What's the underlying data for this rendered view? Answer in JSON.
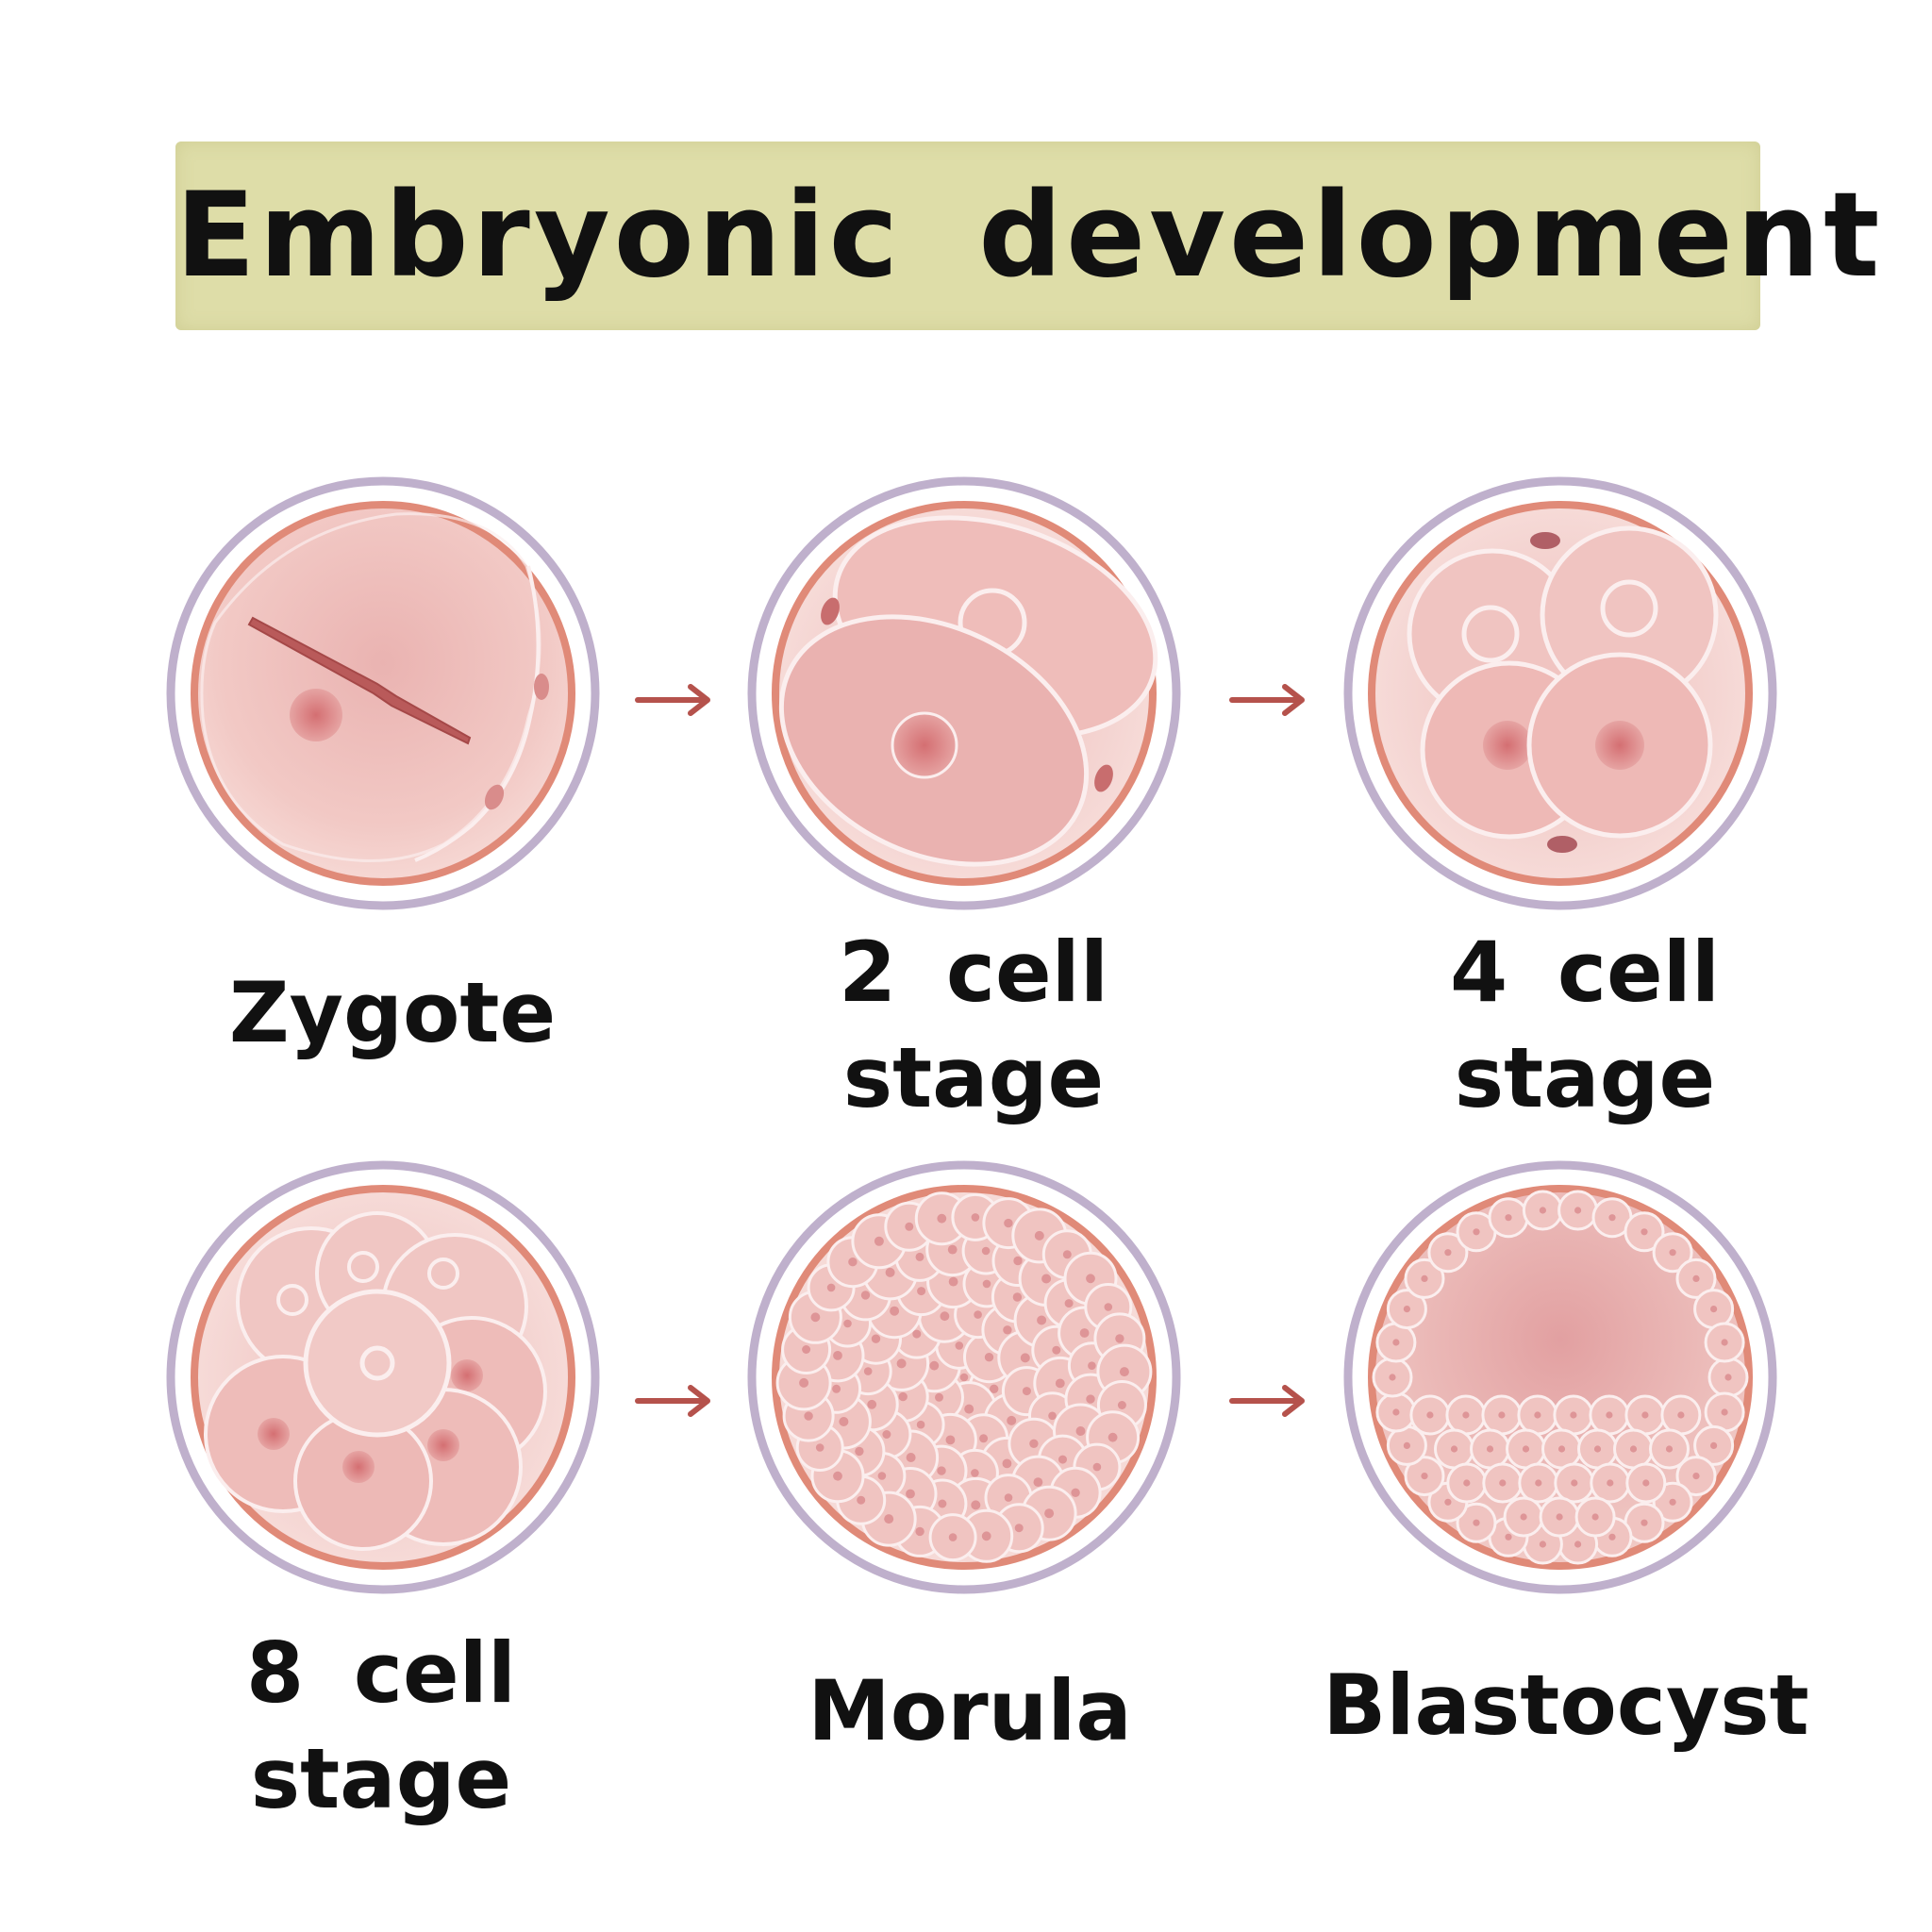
{
  "title": "Embryonic development",
  "stages": [
    {
      "id": "zygote",
      "lines": [
        "Zygote"
      ]
    },
    {
      "id": "two-cell",
      "lines": [
        "2 cell",
        "stage"
      ]
    },
    {
      "id": "four-cell",
      "lines": [
        "4 cell",
        "stage"
      ]
    },
    {
      "id": "eight-cell",
      "lines": [
        "8 cell",
        "stage"
      ]
    },
    {
      "id": "morula",
      "lines": [
        "Morula"
      ]
    },
    {
      "id": "blastocyst",
      "lines": [
        "Blastocyst"
      ]
    }
  ],
  "colors": {
    "banner": "#dedda8",
    "outer_ring": "#bfb0cc",
    "zona_ring": "#e08a78",
    "cell_fill": "#f1c7c3",
    "cell_outline": "#fbeeee",
    "nucleus": "#d9787a",
    "arrow": "#b5524c",
    "text": "#111111"
  },
  "icons": [
    "right-arrow-icon"
  ]
}
